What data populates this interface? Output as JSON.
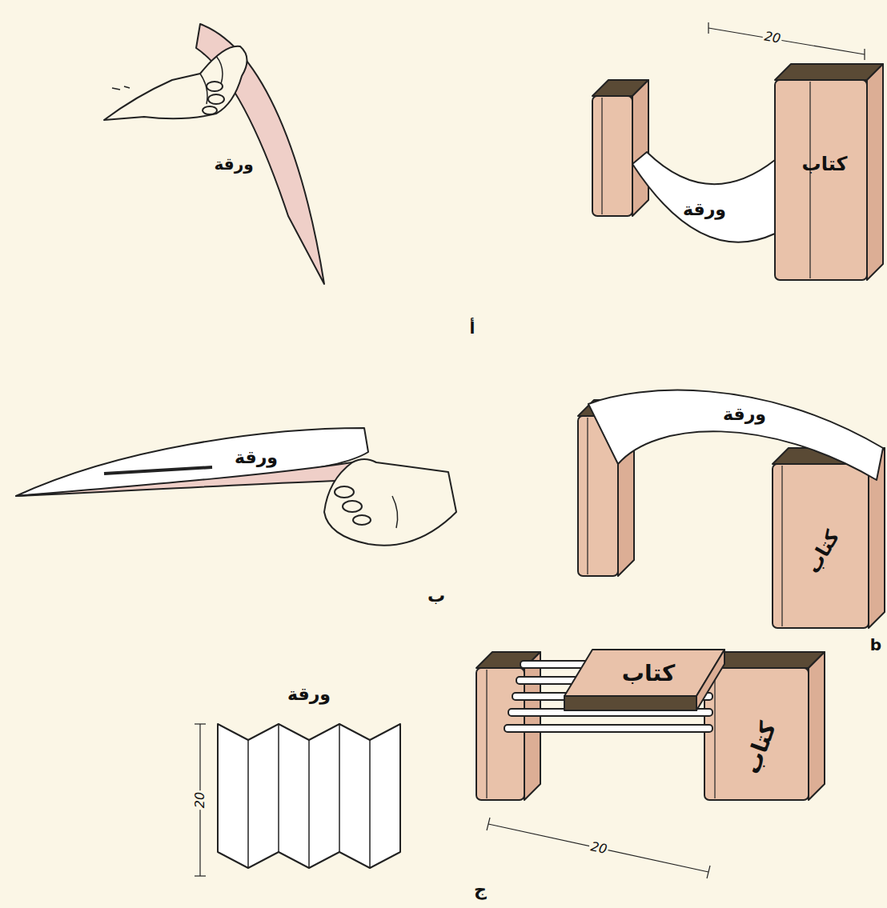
{
  "diagram": {
    "labels": [
      "20",
      "كتاب",
      "ورقة",
      "ورقة",
      "أ",
      "ورقة",
      "كتاب",
      "b",
      "ورقة",
      "ب",
      "كتاب",
      "كتاب",
      "20",
      "ورقة",
      "20",
      "ج"
    ]
  }
}
